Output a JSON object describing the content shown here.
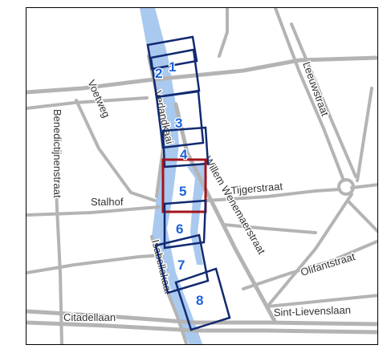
{
  "map": {
    "colors": {
      "road": "#b4b4b4",
      "water": "#a9c9ef",
      "sector_outline": "#112a70",
      "sector_highlight": "#a3141c",
      "sector_number": "#1b63d9",
      "label": "#333333"
    },
    "streets": {
      "voetweg": "Voetweg",
      "benedictijnenstraat": "Benedictijnenstraat",
      "stalhof": "Stalhof",
      "citadellaan": "Citadellaan",
      "verlandkaai": "Verlandkaai",
      "isabellakaai": "Isabellakaai",
      "willem_wenemaerstraat": "Willem Wenemaerstraat",
      "tijgerstraat": "Tijgerstraat",
      "leeuwstraat": "Leeuwstraat",
      "olifantstraat": "Olifantstraat",
      "sint_lievenslaan": "Sint-Lievenslaan"
    },
    "sectors": [
      {
        "label": "1",
        "highlighted": false
      },
      {
        "label": "2",
        "highlighted": false
      },
      {
        "label": "3",
        "highlighted": false
      },
      {
        "label": "4",
        "highlighted": false
      },
      {
        "label": "5",
        "highlighted": true
      },
      {
        "label": "6",
        "highlighted": false
      },
      {
        "label": "7",
        "highlighted": false
      },
      {
        "label": "8",
        "highlighted": false
      }
    ]
  }
}
